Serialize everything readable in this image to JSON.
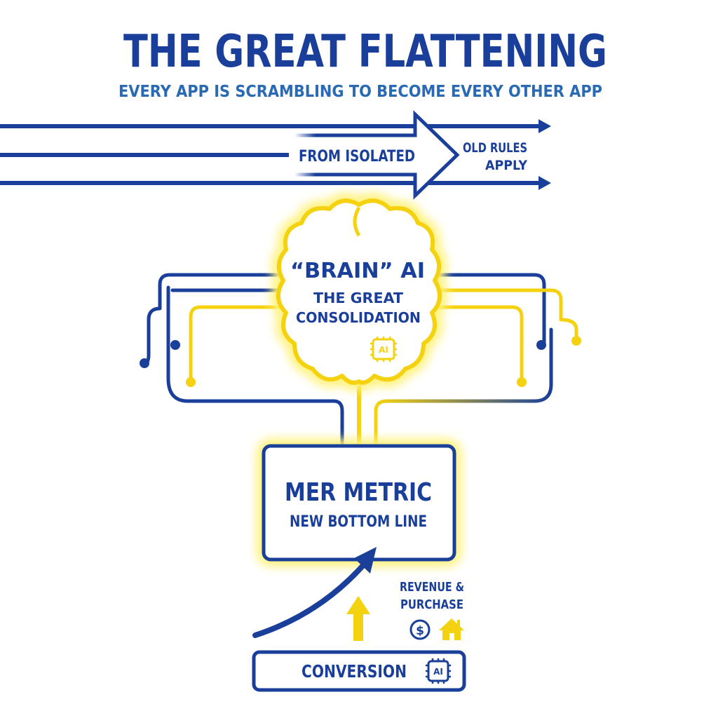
{
  "header": {
    "title": "THE GREAT FLATTENING",
    "subtitle": "EVERY APP IS SCRAMBLING TO BECOME EVERY OTHER APP"
  },
  "flow_arrow": {
    "left_label": "FROM ISOLATED",
    "right_label_line1": "OLD RULES",
    "right_label_line2": "APPLY"
  },
  "brain": {
    "title": "“BRAIN” AI",
    "line1": "THE GREAT",
    "line2": "CONSOLIDATION",
    "chip_label": "AI"
  },
  "metric_box": {
    "title": "MER METRIC",
    "subtitle": "NEW BOTTOM LINE"
  },
  "revenue": {
    "line1": "REVENUE &",
    "line2": "PURCHASE",
    "dollar_symbol": "$"
  },
  "conversion": {
    "label": "CONVERSION",
    "chip_label": "AI"
  },
  "colors": {
    "navy": "#1a3f9a",
    "yellow": "#f5d20f",
    "glow": "#fff27a",
    "subtitle_blue": "#2a6ab5"
  }
}
